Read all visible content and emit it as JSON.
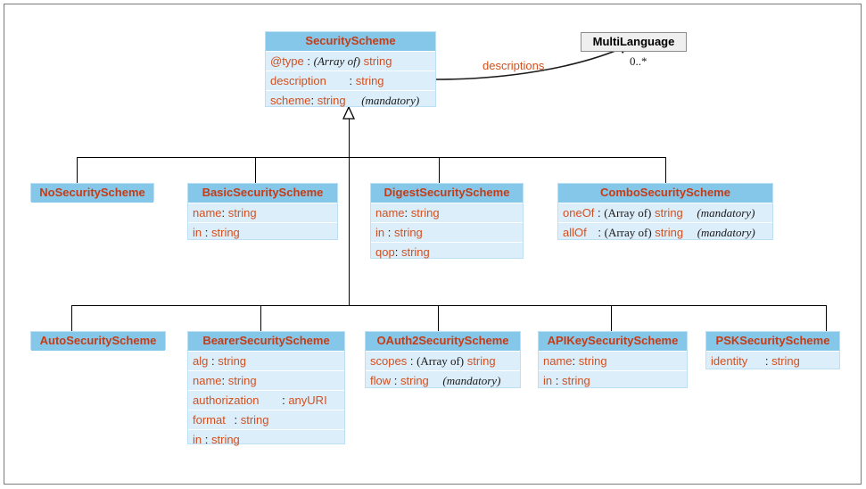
{
  "diagram": {
    "title": "SecurityScheme class hierarchy",
    "accent_header": "#84c7e8",
    "accent_body": "#ddeefb",
    "accent_text": "#d2501e",
    "plain_box_bg": "#efefef",
    "border_color": "#7a7a7a"
  },
  "root": {
    "name": "SecurityScheme",
    "attributes": [
      {
        "name": "@type",
        "sep": ":",
        "array": "(Array of)",
        "type": "string",
        "mandatory": ""
      },
      {
        "name": "description",
        "sep": ":",
        "array": "",
        "type": "string",
        "mandatory": ""
      },
      {
        "name": "scheme",
        "sep": ":",
        "array": "",
        "type": "string",
        "mandatory": "(mandatory)"
      }
    ]
  },
  "multilanguage": {
    "name": "MultiLanguage",
    "association_label": "descriptions",
    "multiplicity": "0..*"
  },
  "level2": [
    {
      "name": "NoSecurityScheme",
      "attributes": []
    },
    {
      "name": "BasicSecurityScheme",
      "attributes": [
        {
          "name": "name",
          "sep": ":",
          "array": "",
          "type": "string",
          "mandatory": ""
        },
        {
          "name": "in",
          "sep": ":",
          "array": "",
          "type": "string",
          "mandatory": ""
        }
      ]
    },
    {
      "name": "DigestSecurityScheme",
      "attributes": [
        {
          "name": "name",
          "sep": ":",
          "array": "",
          "type": "string",
          "mandatory": ""
        },
        {
          "name": "in",
          "sep": ":",
          "array": "",
          "type": "string",
          "mandatory": ""
        },
        {
          "name": "qop",
          "sep": ":",
          "array": "",
          "type": "string",
          "mandatory": ""
        }
      ]
    },
    {
      "name": "ComboSecurityScheme",
      "attributes": [
        {
          "name": "oneOf",
          "sep": ":",
          "array": "(Array of)",
          "type": "string",
          "mandatory": "(mandatory)"
        },
        {
          "name": "allOf",
          "sep": ":",
          "array": "(Array of)",
          "type": "string",
          "mandatory": "(mandatory)"
        }
      ]
    }
  ],
  "level3": [
    {
      "name": "AutoSecurityScheme",
      "attributes": []
    },
    {
      "name": "BearerSecurityScheme",
      "attributes": [
        {
          "name": "alg",
          "sep": ":",
          "array": "",
          "type": "string",
          "mandatory": ""
        },
        {
          "name": "name",
          "sep": ":",
          "array": "",
          "type": "string",
          "mandatory": ""
        },
        {
          "name": "authorization",
          "sep": ":",
          "array": "",
          "type": "anyURI",
          "mandatory": ""
        },
        {
          "name": "format",
          "sep": ":",
          "array": "",
          "type": "string",
          "mandatory": ""
        },
        {
          "name": "in",
          "sep": ":",
          "array": "",
          "type": "string",
          "mandatory": ""
        }
      ]
    },
    {
      "name": "OAuth2SecurityScheme",
      "attributes": [
        {
          "name": "scopes",
          "sep": ":",
          "array": "(Array of)",
          "type": "string",
          "mandatory": ""
        },
        {
          "name": "flow",
          "sep": ":",
          "array": "",
          "type": "string",
          "mandatory": "(mandatory)"
        }
      ]
    },
    {
      "name": "APIKeySecurityScheme",
      "attributes": [
        {
          "name": "name",
          "sep": ":",
          "array": "",
          "type": "string",
          "mandatory": ""
        },
        {
          "name": "in",
          "sep": ":",
          "array": "",
          "type": "string",
          "mandatory": ""
        }
      ]
    },
    {
      "name": "PSKSecurityScheme",
      "attributes": [
        {
          "name": "identity",
          "sep": ":",
          "array": "",
          "type": "string",
          "mandatory": ""
        }
      ]
    }
  ]
}
